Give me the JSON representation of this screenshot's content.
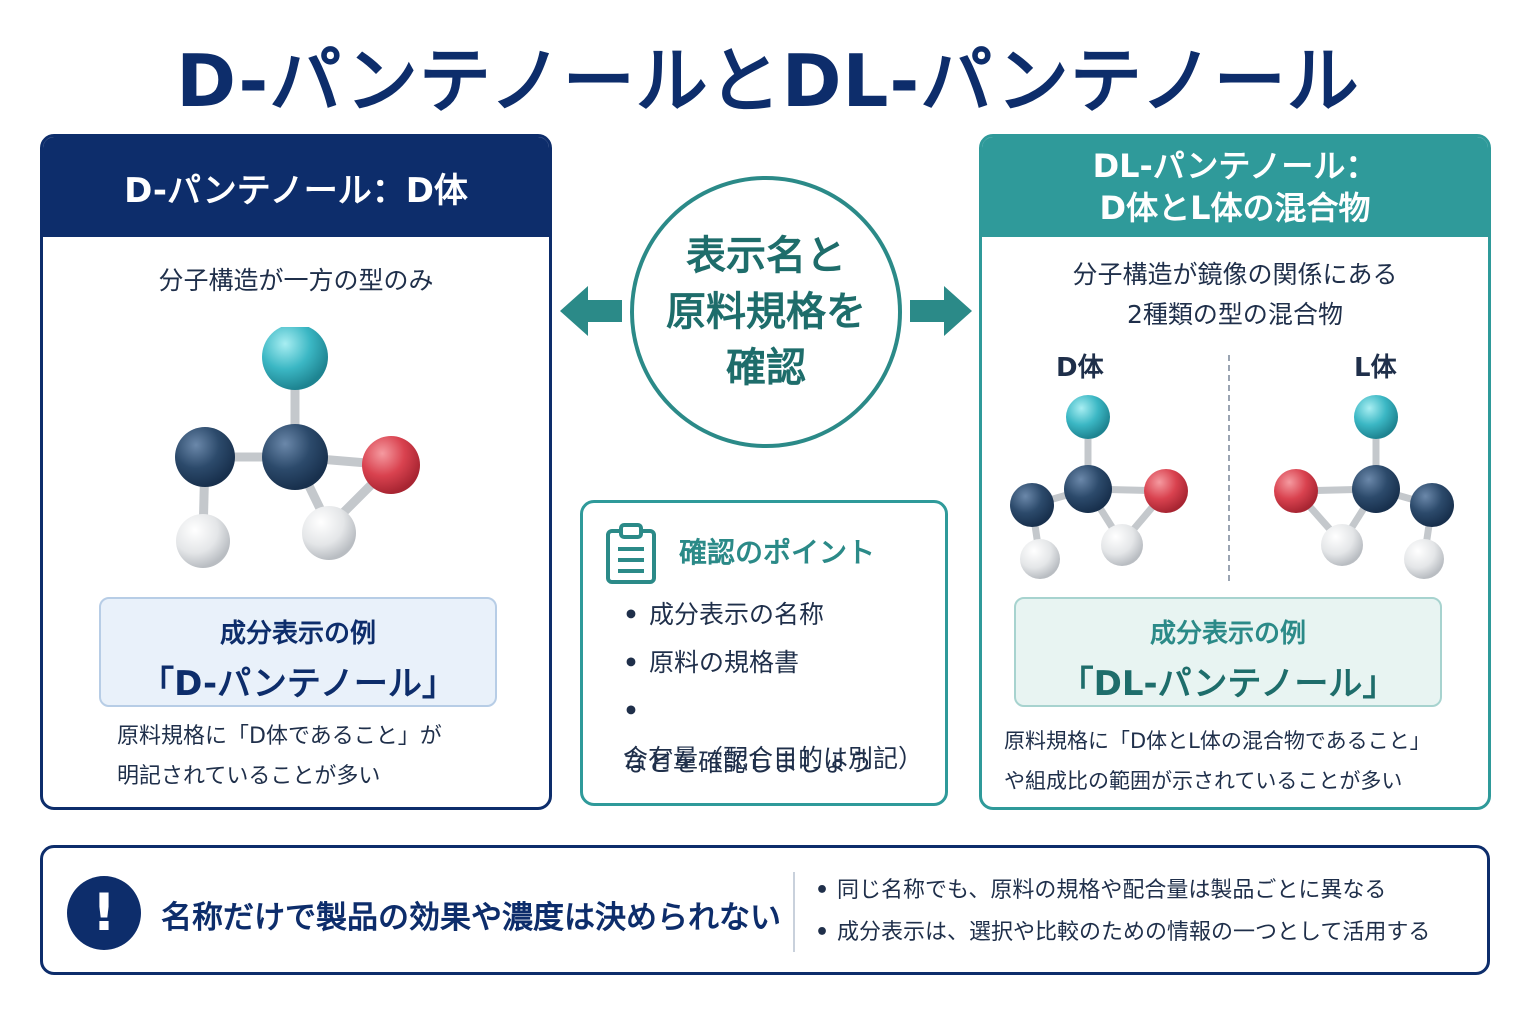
{
  "title": "D-パンテノールとDL-パンテノール",
  "left_panel": {
    "header": "D-パンテノール：D体",
    "description": "分子構造が一方の型のみ",
    "example_label": "成分表示の例",
    "example_value": "「D-パンテノール」",
    "footnote_line1": "原料規格に「D体であること」が",
    "footnote_line2": "明記されていることが多い"
  },
  "right_panel": {
    "header_line1": "DL-パンテノール：",
    "header_line2": "D体とL体の混合物",
    "description_line1": "分子構造が鏡像の関係にある",
    "description_line2": "2種類の型の混合物",
    "d_label": "D体",
    "l_label": "L体",
    "example_label": "成分表示の例",
    "example_value": "「DL-パンテノール」",
    "footnote_line1": "原料規格に「D体とL体の混合物であること」",
    "footnote_line2": "や組成比の範囲が示されていることが多い"
  },
  "center": {
    "line1": "表示名と",
    "line2": "原料規格を",
    "line3": "確認"
  },
  "points": {
    "title": "確認のポイント",
    "items": [
      "成分表示の名称",
      "原料の規格書",
      "含有量（配合目的は別記）"
    ],
    "note": "などを確認しましょう"
  },
  "bottom": {
    "alert_mark": "!",
    "alert_text": "名称だけで製品の効果や濃度は決められない",
    "items": [
      "同じ名称でも、原料の規格や配合量は製品ごとに異なる",
      "成分表示は、選択や比較のための情報の一つとして活用する"
    ]
  },
  "bullet": "•",
  "colors": {
    "navy": "#0d2d6b",
    "teal": "#2f9a9a",
    "atom_dark": "#2c4a6b",
    "atom_cyan": "#3bb7c4",
    "atom_red": "#d9424f",
    "atom_white": "#e8eaec"
  },
  "icons": {
    "alert": "exclamation-circle-icon",
    "clipboard": "clipboard-icon",
    "arrow_left": "arrow-left-icon",
    "arrow_right": "arrow-right-icon"
  }
}
